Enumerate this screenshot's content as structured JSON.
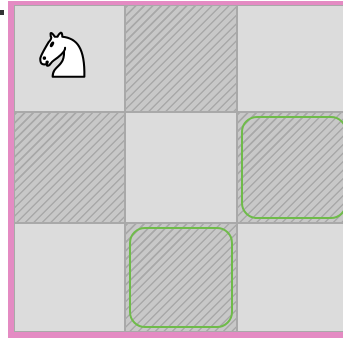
{
  "board": {
    "rows": 3,
    "cols": 3,
    "frame_color": "#e48bc3",
    "light_color": "#dcdcdc",
    "dark_color": "#c8c8c8",
    "highlight_color": "#6fbb4a",
    "squares": [
      [
        {
          "shade": "light",
          "piece": "white-knight",
          "highlight": false
        },
        {
          "shade": "dark",
          "piece": null,
          "highlight": false
        },
        {
          "shade": "light",
          "piece": null,
          "highlight": false
        }
      ],
      [
        {
          "shade": "dark",
          "piece": null,
          "highlight": false
        },
        {
          "shade": "light",
          "piece": null,
          "highlight": false
        },
        {
          "shade": "dark",
          "piece": null,
          "highlight": true
        }
      ],
      [
        {
          "shade": "light",
          "piece": null,
          "highlight": false
        },
        {
          "shade": "dark",
          "piece": null,
          "highlight": true
        },
        {
          "shade": "light",
          "piece": null,
          "highlight": false
        }
      ]
    ]
  }
}
